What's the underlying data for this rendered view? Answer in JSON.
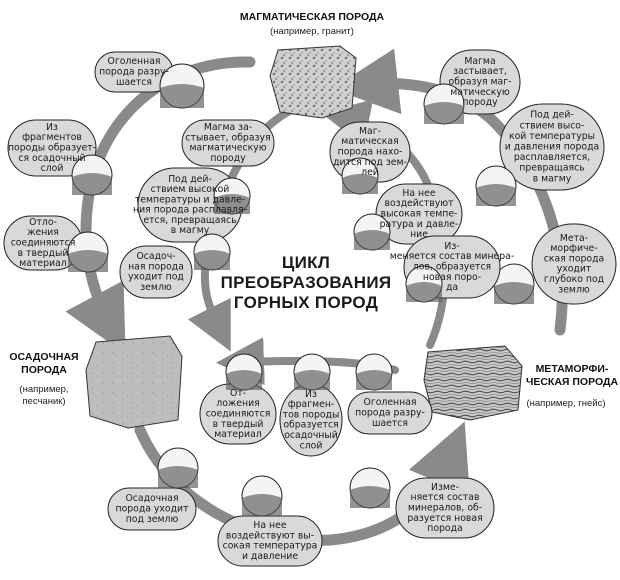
{
  "rocks": {
    "igneous": {
      "title": "МАГМАТИЧЕСКАЯ ПОРОДА",
      "example": "(например, гранит)"
    },
    "sedimentary": {
      "title": [
        "ОСАДОЧНАЯ",
        "ПОРОДА"
      ],
      "example": [
        "(например,",
        "песчаник)"
      ]
    },
    "metamorphic": {
      "title": [
        "МЕТАМОРФИ-",
        "ЧЕСКАЯ ПОРОДА"
      ],
      "example": "(например, гнейс)"
    }
  },
  "center_title": [
    "ЦИКЛ",
    "ПРЕОБРАЗОВАНИЯ",
    "ГОРНЫХ ПОРОД"
  ],
  "outer_steps": [
    {
      "id": "outer-1",
      "lines": [
        "Оголенная",
        "порода разру-",
        "шается"
      ]
    },
    {
      "id": "outer-2",
      "lines": [
        "Из",
        "фрагментов",
        "породы образует-",
        "ся осадочный",
        "слой"
      ]
    },
    {
      "id": "outer-3",
      "lines": [
        "Отло-",
        "жения",
        "соединяются",
        "в твердый",
        "материал"
      ]
    },
    {
      "id": "outer-4",
      "lines": [
        "Осадочная",
        "порода уходит",
        "под землю"
      ]
    },
    {
      "id": "outer-5",
      "lines": [
        "На нее",
        "воздействуют вы-",
        "сокая температура",
        "и давление"
      ]
    },
    {
      "id": "outer-6",
      "lines": [
        "Изме-",
        "няется состав",
        "минералов, об-",
        "разуется новая",
        "порода"
      ]
    },
    {
      "id": "outer-7",
      "lines": [
        "Мета-",
        "морфиче-",
        "ская порода",
        "уходит",
        "глубоко под",
        "землю"
      ]
    },
    {
      "id": "outer-8",
      "lines": [
        "Под дей-",
        "ствием высо-",
        "кой температуры",
        "и давления порода",
        "расплавляется,",
        "превращаясь",
        "в магму"
      ]
    },
    {
      "id": "outer-9",
      "lines": [
        "Магма",
        "застывает,",
        "образуя маг-",
        "матическую",
        "породу"
      ]
    }
  ],
  "inner_steps": [
    {
      "id": "inner-1",
      "lines": [
        "Магма за-",
        "стывает, образуя",
        "магматическую",
        "породу"
      ]
    },
    {
      "id": "inner-2",
      "lines": [
        "Под дей-",
        "ствием высокой",
        "температуры и давле-",
        "ния порода расплавля-",
        "ется, превращаясь",
        "в магму"
      ]
    },
    {
      "id": "inner-3",
      "lines": [
        "Осадоч-",
        "ная порода",
        "уходит под",
        "землю"
      ]
    },
    {
      "id": "inner-4",
      "lines": [
        "Маг-",
        "матическая",
        "порода нахо-",
        "дится под зем-",
        "лей"
      ]
    },
    {
      "id": "inner-5",
      "lines": [
        "На нее",
        "воздействуют",
        "высокая темпе-",
        "ратура и давле-",
        "ние"
      ]
    },
    {
      "id": "inner-6",
      "lines": [
        "Из-",
        "меняется состав минера-",
        "лов, образуется",
        "новая поро-",
        "да"
      ]
    },
    {
      "id": "inner-7",
      "lines": [
        "От-",
        "ложения",
        "соединяются",
        "в твердый",
        "материал"
      ]
    },
    {
      "id": "inner-8",
      "lines": [
        "Из",
        "фрагмен-",
        "тов породы",
        "образуется",
        "осадочный",
        "слой"
      ]
    },
    {
      "id": "inner-9",
      "lines": [
        "Оголенная",
        "порода разру-",
        "шается"
      ]
    }
  ],
  "colors": {
    "panel_fill": "#d9d9d9",
    "panel_stroke": "#222222",
    "cycle_arrow": "#8a8a8a",
    "rock_dark": "#5a5a5a",
    "rock_light": "#cfcfcf"
  }
}
